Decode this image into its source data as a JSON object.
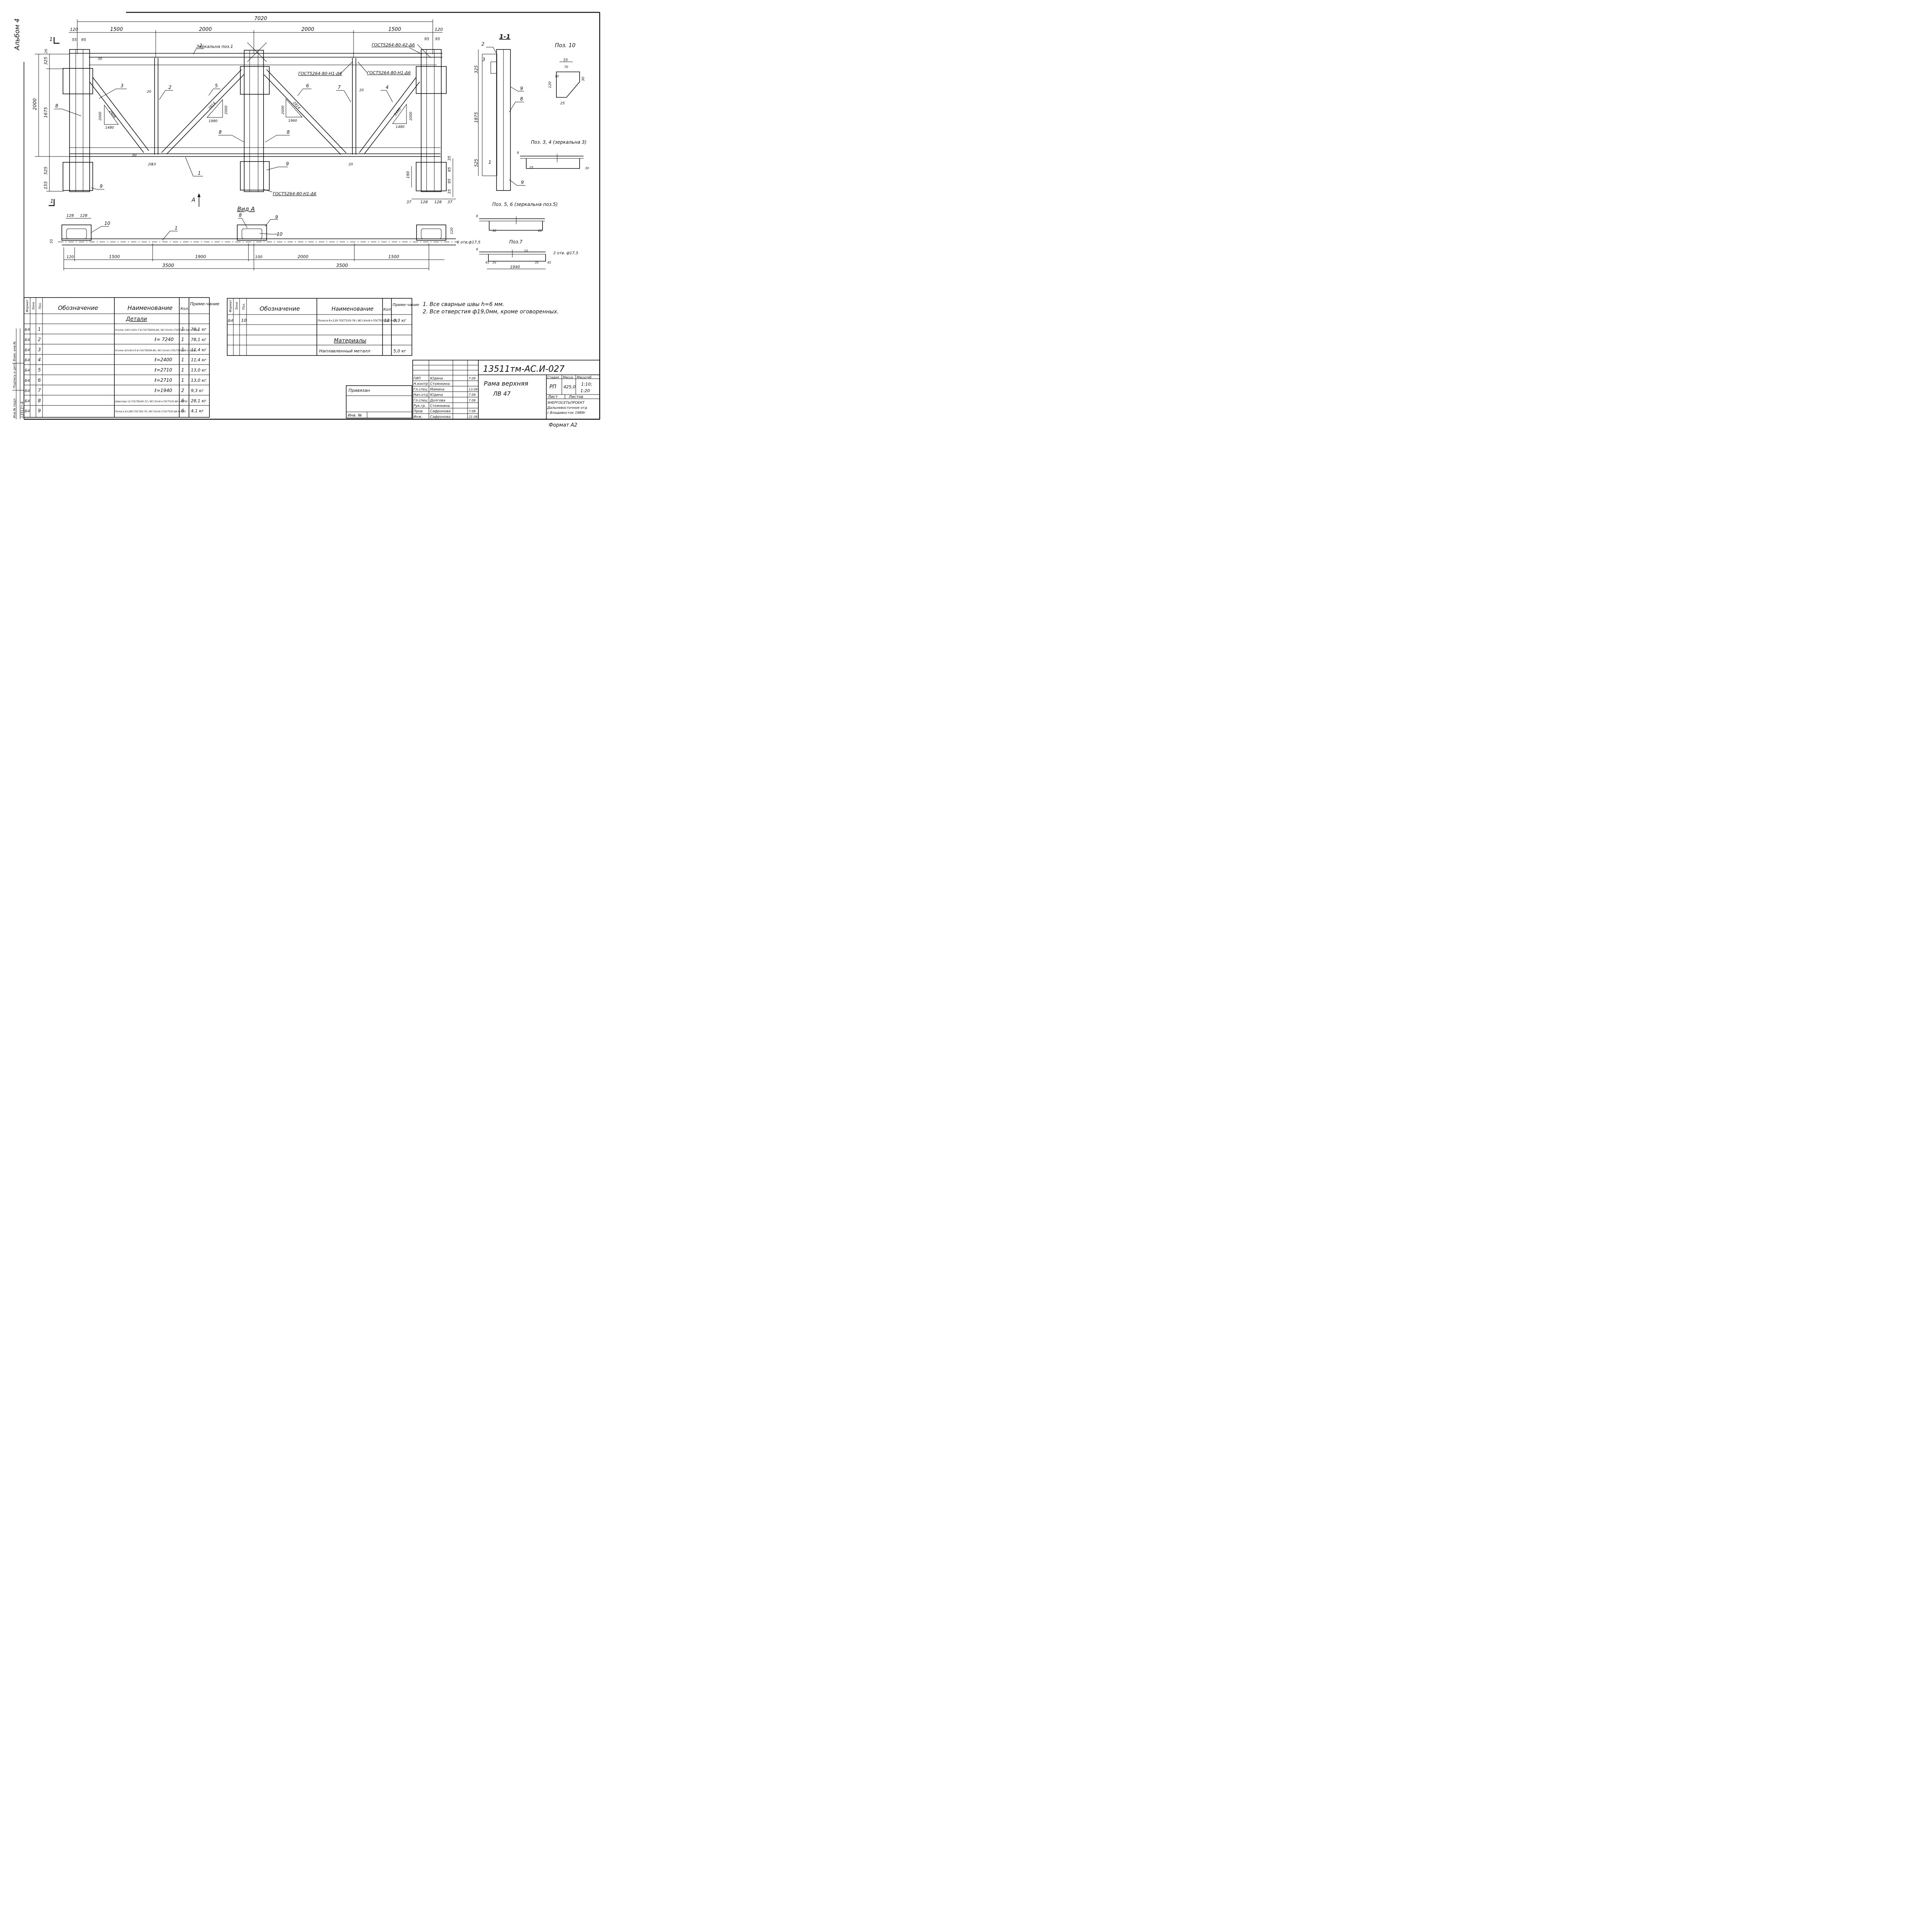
{
  "album_label": "Альбом 4",
  "dims_top": {
    "total": "7020",
    "offset_left": "120",
    "spans": [
      "1500",
      "2000",
      "2000",
      "1500"
    ],
    "offset_right": "120",
    "bolt_55": "55",
    "bolt_95_left": "95",
    "bolt_95_right_a": "95",
    "bolt_95_right_b": "95"
  },
  "dims_left": {
    "total": "2000",
    "top_26": "26",
    "d325": "325",
    "d1675": "1675",
    "d525": "525",
    "d155": "155"
  },
  "dims_right": {
    "d35a": "35",
    "d95a": "95",
    "d190": "190",
    "d95b": "95",
    "d35b": "35",
    "w37a": "37",
    "w128a": "128",
    "w128b": "128",
    "w37b": "37"
  },
  "section_mark": "1",
  "view_arrow_label": "А",
  "pos_labels": {
    "p1": "1",
    "p2a": "2",
    "p2b": "2",
    "p3": "3",
    "p4": "4",
    "p5": "5",
    "p6": "6",
    "p7": "7",
    "p8a": "8",
    "p8b": "8",
    "p8c": "8",
    "p9a": "9",
    "p9b": "9"
  },
  "mirror_note": "Зеркальна поз.1",
  "gost_notes": {
    "g1": "ГОСТ5264-80-42-Δ6",
    "g2": "ГОСТ5264-80-Н1-Δ6",
    "g3": "ГОСТ5264-80-Н1-Δ6",
    "g4": "ГОСТ5264-80-Н1-Δ6"
  },
  "weld_20": "20",
  "weld_10": "10",
  "weld_30": "30",
  "weld_50": "50",
  "triangles": {
    "t1": {
      "h": "2000",
      "hyp": "2408",
      "base": "1480"
    },
    "t2": {
      "h": "2000",
      "hyp": "2814",
      "base": "1980"
    },
    "t3": {
      "h": "2000",
      "hyp": "2814",
      "base": "1960"
    },
    "t4": {
      "h": "2000",
      "hyp": "2490",
      "base": "1480"
    }
  },
  "view_a": {
    "title": "Вид А",
    "w128a": "128",
    "w128b": "128",
    "p10a": "10",
    "p10b": "10",
    "p8": "8",
    "p9": "9",
    "p1": "1",
    "d55": "55",
    "d120": "120",
    "holes": "6 отв.ф17,5",
    "bottom_dims": [
      "120",
      "1500",
      "1900",
      "100",
      "2000",
      "1500"
    ],
    "halves": [
      "3500",
      "3500"
    ]
  },
  "section_11": {
    "title": "1-1",
    "p2": "2",
    "p3": "3",
    "p1": "1",
    "p9a": "9",
    "p8": "8",
    "p9b": "9",
    "d325": "325",
    "d1875": "1875",
    "d525": "525"
  },
  "pos10": {
    "title": "Поз. 10",
    "d55": "55",
    "d70": "70",
    "d10": "10",
    "d30": "30",
    "d120": "120",
    "d25": "25"
  },
  "pos34": {
    "title": "Поз. 3, 4 (зеркальна 3)",
    "d8": "8",
    "d25": "25",
    "d30": "30"
  },
  "pos56": {
    "title": "Поз. 5, 6 (зеркальна поз.5)",
    "d8": "8",
    "d30": "30",
    "d60": "60"
  },
  "pos7": {
    "title": "Поз.7",
    "d8": "8",
    "d10": "10",
    "holes": "2 отв. ф17,5",
    "d45a": "45",
    "d35a": "35",
    "d35b": "35",
    "d45b": "45",
    "d1940": "1940"
  },
  "notes": [
    "1. Все сварные швы h=6 мм.",
    "2. Все отверстия ф19,0мм, кроме оговоренных."
  ],
  "spec_left": {
    "headers": [
      "Формат",
      "Зона",
      "Поз.",
      "Обозначение",
      "Наименование",
      "Кол.",
      "Приме-чание"
    ],
    "section": "Детали",
    "rows": [
      {
        "fmt": "Б4",
        "pos": "1",
        "name": "Уголок 100×100×7-Б-ГОСТ8509-86 / ВСт3пс6-I-ГОСТ535-88 ℓ=7240",
        "qty": "1",
        "note": "78,1 кг"
      },
      {
        "fmt": "Б4",
        "pos": "2",
        "name": "ℓ= 7240",
        "qty": "1",
        "note": "78,1 кг"
      },
      {
        "fmt": "Б4",
        "pos": "3",
        "name": "Уголок 63×63×5-Б-ГОСТ8509-86 / ВСт3пс6-I-ГОСТ535-88 ℓ=2400",
        "qty": "1",
        "note": "11,4 кг"
      },
      {
        "fmt": "Б4",
        "pos": "4",
        "name": "ℓ=2400",
        "qty": "1",
        "note": "11,4 кг"
      },
      {
        "fmt": "Б4",
        "pos": "5",
        "name": "ℓ=2710",
        "qty": "1",
        "note": "13,0 кг"
      },
      {
        "fmt": "Б4",
        "pos": "6",
        "name": "ℓ=2710",
        "qty": "1",
        "note": "13,0 кг"
      },
      {
        "fmt": "Б4",
        "pos": "7",
        "name": "ℓ=1940",
        "qty": "2",
        "note": "9,3 кг"
      },
      {
        "fmt": "Б4",
        "pos": "8",
        "name": "Швеллер 12-ГОСТ8240-72 / ВСт3пс6-I-ГОСТ535-88 ℓ=2700",
        "qty": "6",
        "note": "28,1 кг"
      },
      {
        "fmt": "Б4",
        "pos": "9",
        "name": "Полоса 6×280 ГОСТ82-70 / ВСт3пс6-I-ГОСТ535-88 ℓ=330",
        "qty": "6",
        "note": "4,1 кг"
      }
    ]
  },
  "spec_right": {
    "headers": [
      "Формат",
      "Зона",
      "Поз.",
      "Обозначение",
      "Наименование",
      "Кол.",
      "Приме-чание"
    ],
    "row10": {
      "fmt": "Б4",
      "pos": "10",
      "name": "Полоса 6×120 ГОСТ103-76 / ВСт3пс6-I-ГОСТ535-88 ℓ=55",
      "qty": "12",
      "note": "0,3 кг"
    },
    "section": "Материалы",
    "mat": {
      "name": "Наплавленный металл",
      "note": "5,0 кг"
    }
  },
  "side_stamp": [
    "Инв.№ подл.",
    "Подпись и дата",
    "Взам. инв.№"
  ],
  "side_stamp_num": "13511т-4",
  "title_block": {
    "code": "13511тм-АС.И-027",
    "name": "Рама верхняя",
    "mark": "ЛВ 47",
    "stage_h": "Стадия",
    "mass_h": "Масса",
    "scale_h": "Масштаб",
    "stage": "РП",
    "mass": "425,0",
    "scale1": "1:10;",
    "scale2": "1:20",
    "sheet_h": "Лист",
    "sheets_h": "Листов",
    "org1": "ЭНЕРГОСЕТЬПРОЕКТ",
    "org2": "Дальневосточное отд",
    "org3": "г.Владивосток   1989г",
    "privyazan": "Привязан",
    "inv": "Инв. №",
    "roles": [
      {
        "role": "ГИП",
        "name": "Юдина",
        "date": "7.09"
      },
      {
        "role": "Н.контр",
        "name": "Стоянкина",
        "date": ""
      },
      {
        "role": "Гл.спец",
        "name": "Мамина",
        "date": "13.09"
      },
      {
        "role": "Нач.отд",
        "name": "Юдина",
        "date": "7.09"
      },
      {
        "role": "Гл.спец",
        "name": "Долгова",
        "date": "7.09"
      },
      {
        "role": "Рук.гр.",
        "name": "Стоянкина",
        "date": ""
      },
      {
        "role": "Пров.",
        "name": "Сафронова",
        "date": "7.09"
      },
      {
        "role": "Инж.",
        "name": "Сафронова",
        "date": "21.08"
      }
    ]
  },
  "format": "Формат  А2"
}
